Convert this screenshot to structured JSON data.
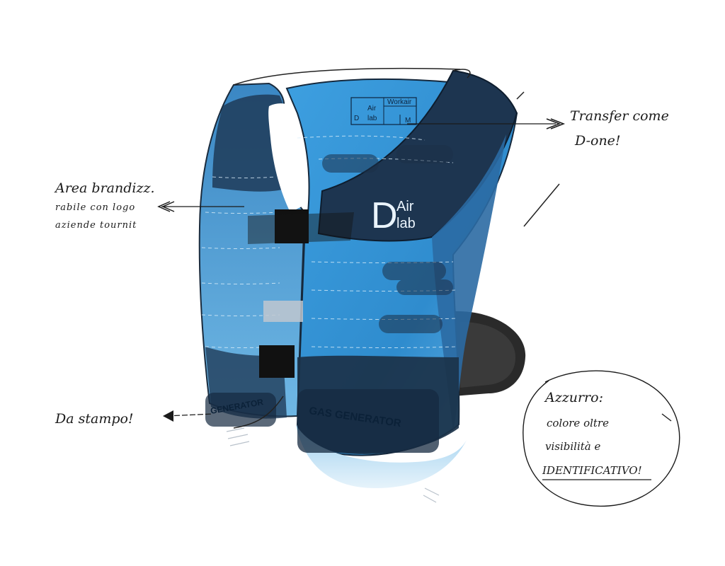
{
  "colors": {
    "vest_blue": "#2f8fd0",
    "vest_light": "#8fc6ea",
    "vest_dark": "#1c2f45",
    "strap_black": "#141414",
    "ink": "#1b1b1b"
  },
  "label_patch": {
    "logo_letter": "D",
    "logo_top": "Air",
    "logo_bottom": "lab",
    "product": "Workair",
    "size": "M"
  },
  "chest_logo": {
    "letter": "D",
    "top": "Air",
    "bottom": "lab"
  },
  "gas_generator": {
    "left": "GENERATOR",
    "center": "GAS GENERATOR"
  },
  "annotations": {
    "top_right": [
      "Transfer come",
      "D-one!"
    ],
    "left_upper": [
      "Area brandizz.",
      "rabile con logo",
      "aziende tournit"
    ],
    "left_lower": "Da stampo!",
    "circle": {
      "line1": "Azzurro:",
      "line2": "colore oltre",
      "line3": "visibilità e",
      "line4": "IDENTIFICATIVO!"
    }
  },
  "icons": [
    "arrow-icon"
  ]
}
